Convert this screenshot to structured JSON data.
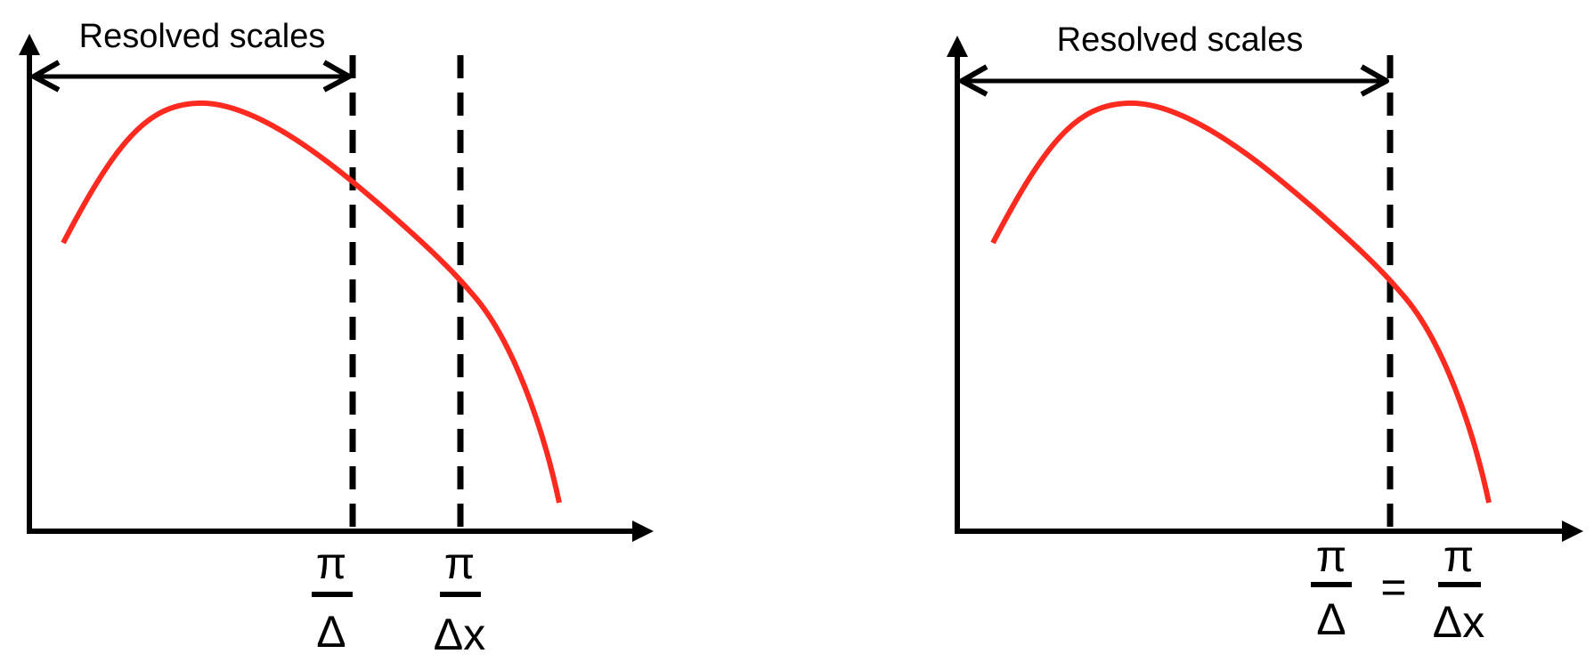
{
  "panels": [
    {
      "id": "left",
      "range_label": "Resolved scales",
      "x_marks": [
        {
          "numerator": "π",
          "denominator": "Δ"
        },
        {
          "numerator": "π",
          "denominator": "Δx"
        }
      ]
    },
    {
      "id": "right",
      "range_label": "Resolved scales",
      "equality": {
        "left": {
          "numerator": "π",
          "denominator": "Δ"
        },
        "equals": "=",
        "right": {
          "numerator": "π",
          "denominator": "Δx"
        }
      }
    }
  ],
  "colors": {
    "curve": "#ff2a1f",
    "axes": "#000000"
  }
}
